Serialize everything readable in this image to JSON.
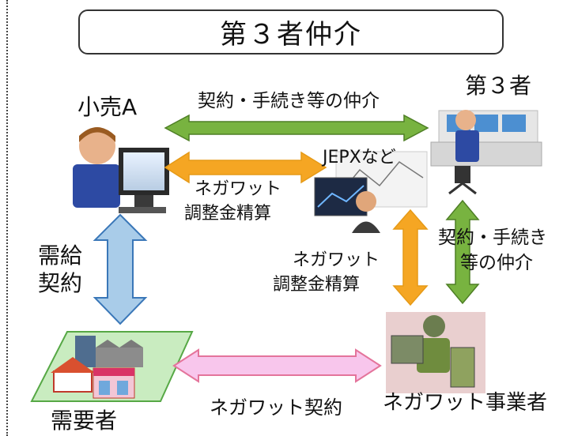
{
  "title": "第３者仲介",
  "actors": {
    "retailer": "小売A",
    "third_party": "第３者",
    "jepx": "JEPXなど",
    "consumer": "需要者",
    "negawatt_operator": "ネガワット事業者"
  },
  "flows": {
    "retailer_third": "契約・手続き等の仲介",
    "retailer_jepx_line1": "ネガワット",
    "retailer_jepx_line2": "調整金精算",
    "retailer_consumer_line1": "需給",
    "retailer_consumer_line2": "契約",
    "jepx_operator_line1": "ネガワット",
    "jepx_operator_line2": "調整金精算",
    "third_operator_line1": "契約・手続き",
    "third_operator_line2": "等の仲介",
    "consumer_operator": "ネガワット契約"
  },
  "colors": {
    "green_arrow": "#78b340",
    "orange_arrow": "#f5a623",
    "blue_arrow": "#a9cce9",
    "pink_arrow": "#f8c6ec",
    "consumer_ground": "#c9ecc0"
  }
}
